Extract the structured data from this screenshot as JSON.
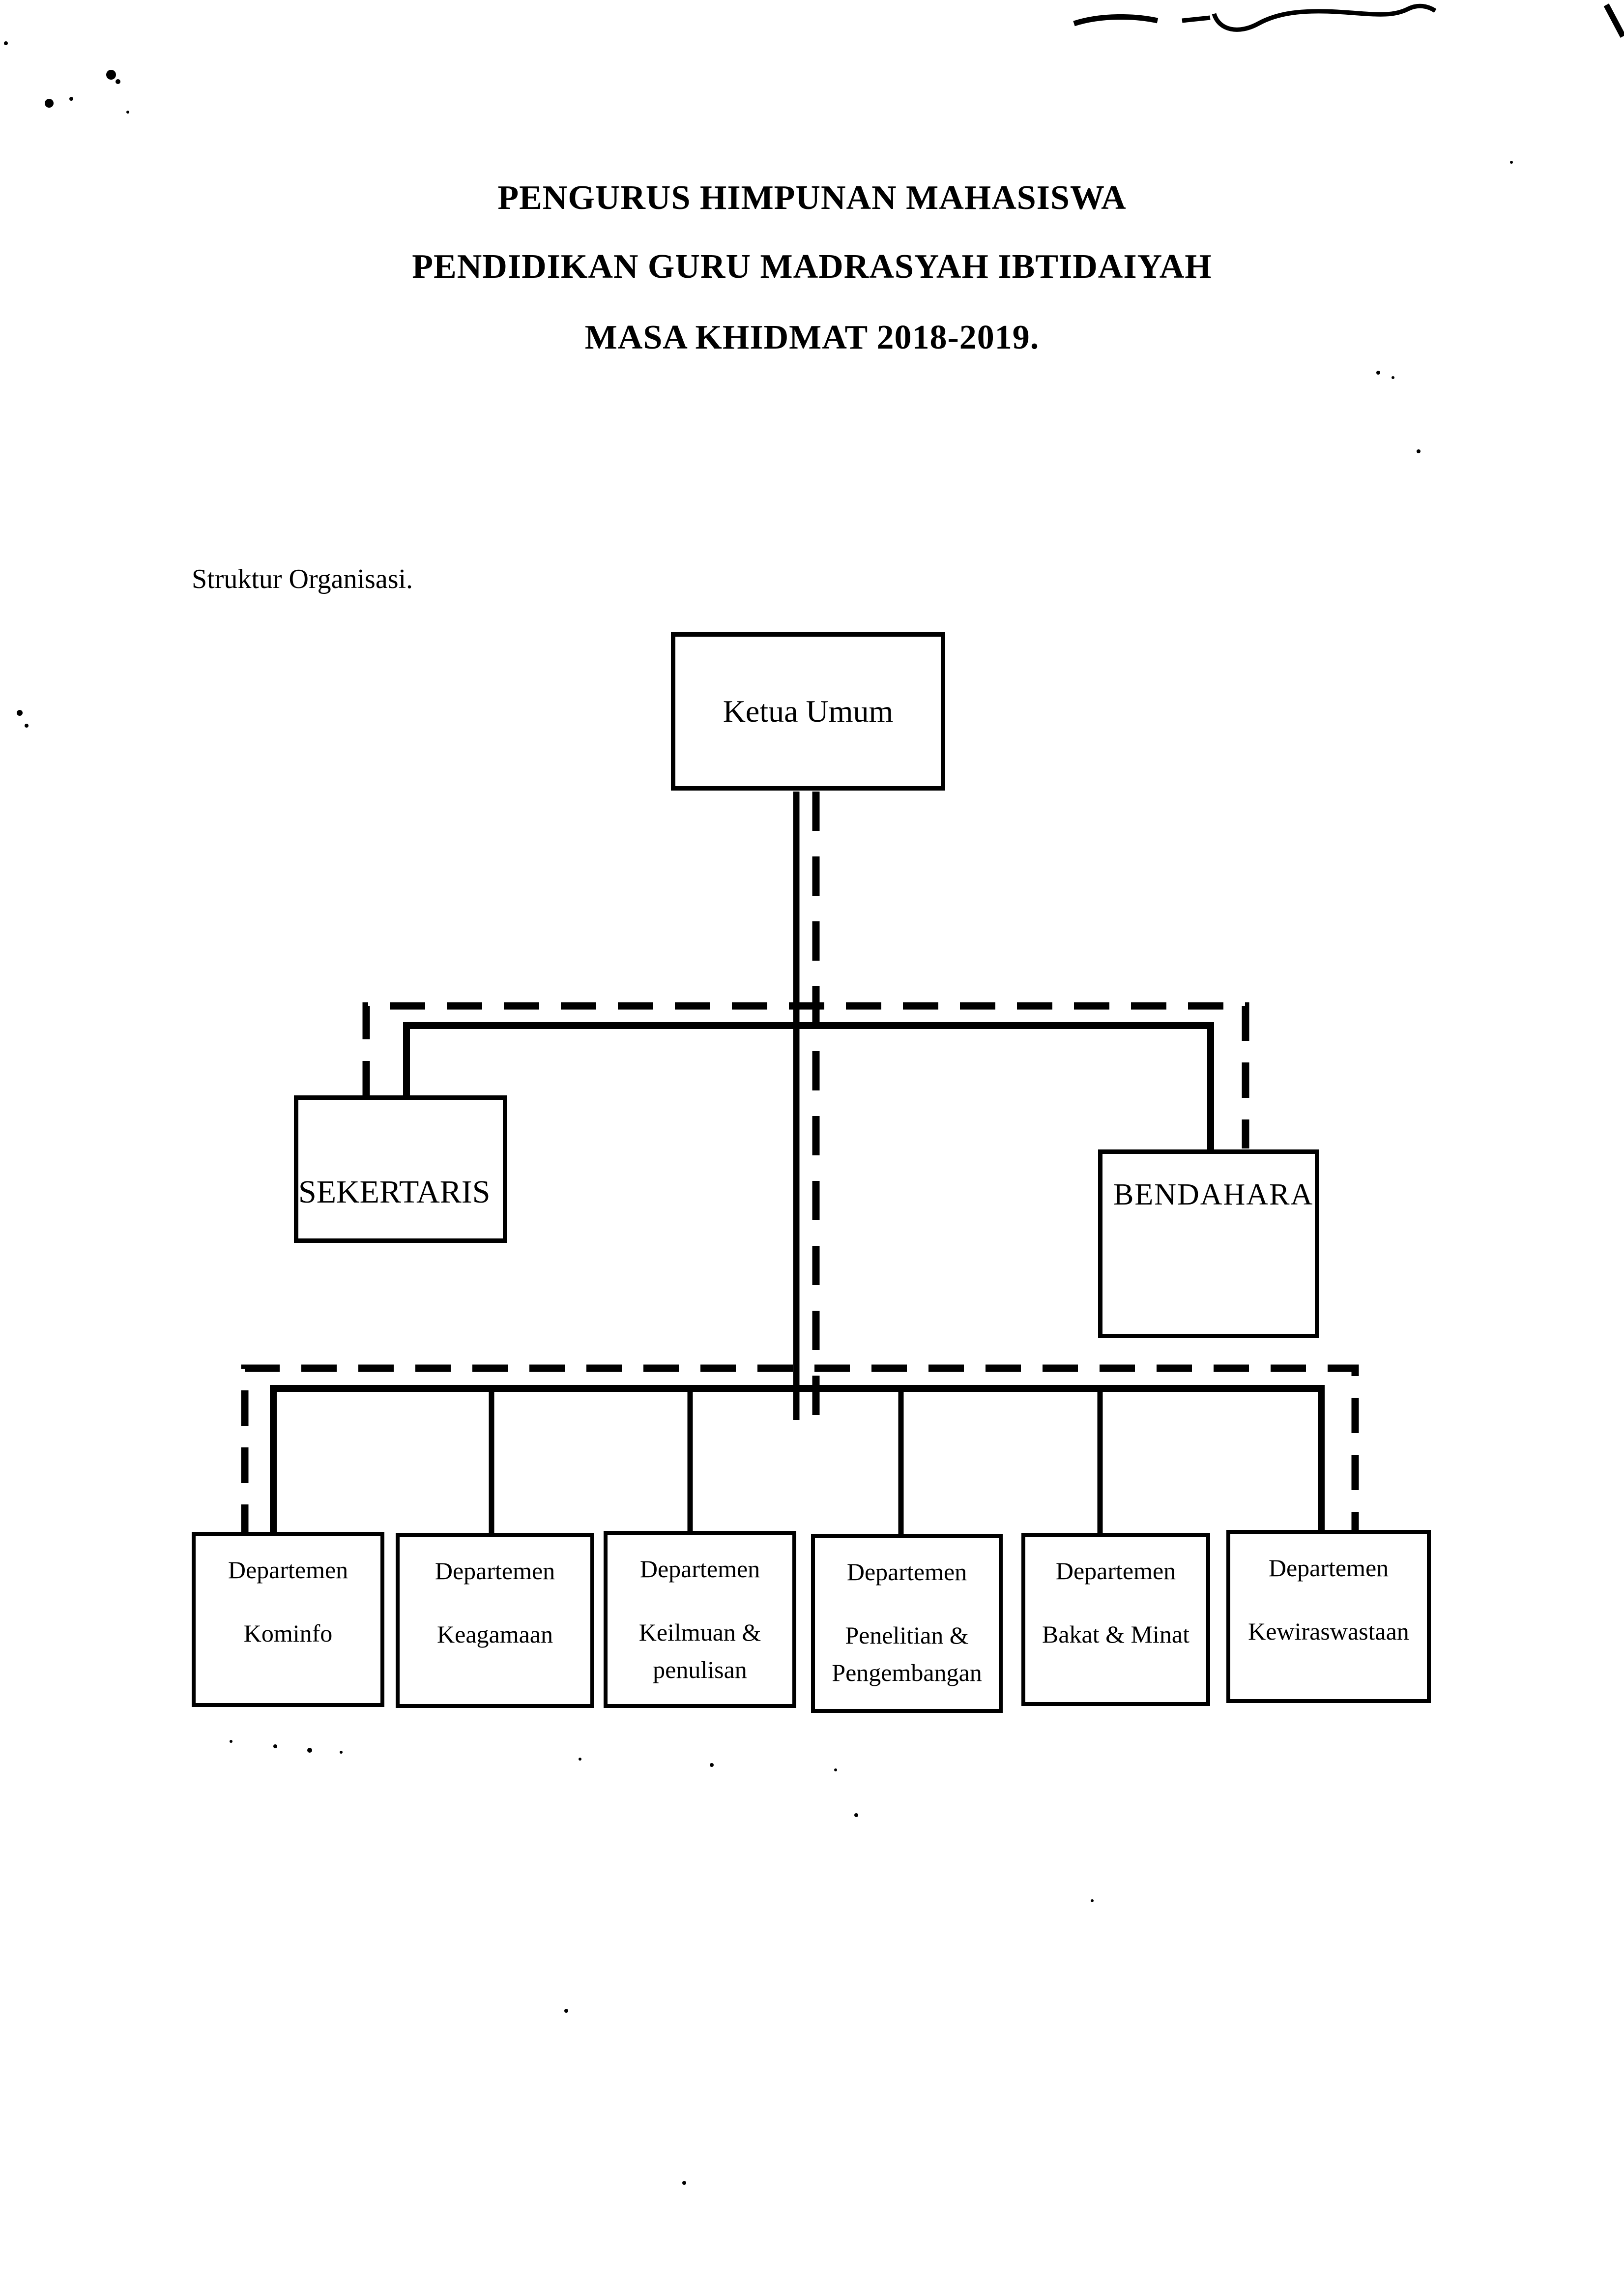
{
  "document": {
    "title_lines": [
      "PENGURUS HIMPUNAN MAHASISWA",
      "PENDIDIKAN GURU MADRASYAH IBTIDAIYAH",
      "MASA KHIDMAT 2018-2019."
    ],
    "section_label": "Struktur Organisasi."
  },
  "org_chart": {
    "root_label": "Ketua Umum",
    "secretary_label": "SEKERTARIS",
    "treasurer_label": "BENDAHARA",
    "departments": [
      {
        "title": "Departemen",
        "name": "Kominfo"
      },
      {
        "title": "Departemen",
        "name": "Keagamaan"
      },
      {
        "title": "Departemen",
        "name": "Keilmuan &\npenulisan"
      },
      {
        "title": "Departemen",
        "name": "Penelitian &\nPengembangan"
      },
      {
        "title": "Departemen",
        "name": "Bakat & Minat"
      },
      {
        "title": "Departemen",
        "name": "Kewiraswastaan"
      }
    ]
  },
  "colors": {
    "ink": "#000000",
    "paper": "#ffffff"
  }
}
